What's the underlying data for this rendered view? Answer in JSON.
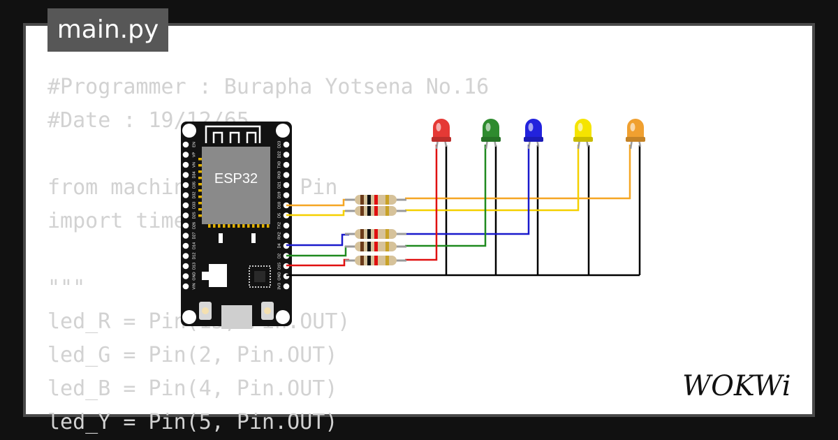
{
  "tab": {
    "filename": "main.py"
  },
  "code": {
    "lines": [
      "#Programmer : Burapha Yotsena No.16",
      "#Date : 19/12/65",
      "",
      "from machine import Pin",
      "import time",
      "",
      "\"\"\"",
      "led_R = Pin(15, Pin.OUT)",
      "led_G = Pin(2, Pin.OUT)",
      "led_B = Pin(4, Pin.OUT)",
      "led_Y = Pin(5, Pin.OUT)"
    ]
  },
  "board": {
    "chip_label": "ESP32",
    "left_pins": [
      "EN",
      "VP",
      "VN",
      "D34",
      "D35",
      "D32",
      "D33",
      "D25",
      "D26",
      "D27",
      "D14",
      "D12",
      "D13",
      "GND",
      "VIN"
    ],
    "right_pins": [
      "D23",
      "D22",
      "TX0",
      "RX0",
      "D21",
      "D19",
      "D18",
      "D5",
      "TX2",
      "RX2",
      "D4",
      "D2",
      "D15",
      "GND",
      "3V3"
    ]
  },
  "leds": [
    {
      "name": "red",
      "color": "#e53935"
    },
    {
      "name": "green",
      "color": "#2e8b2e"
    },
    {
      "name": "blue",
      "color": "#2222dd"
    },
    {
      "name": "yellow",
      "color": "#f5e400"
    },
    {
      "name": "orange",
      "color": "#f0a030"
    }
  ],
  "wire_colors": {
    "orange": "#f5a623",
    "yellow": "#f5d000",
    "blue": "#1a1acc",
    "green": "#1f8a1f",
    "red": "#e01010",
    "gnd": "#000000"
  },
  "logo": {
    "text": "WOKWi"
  }
}
